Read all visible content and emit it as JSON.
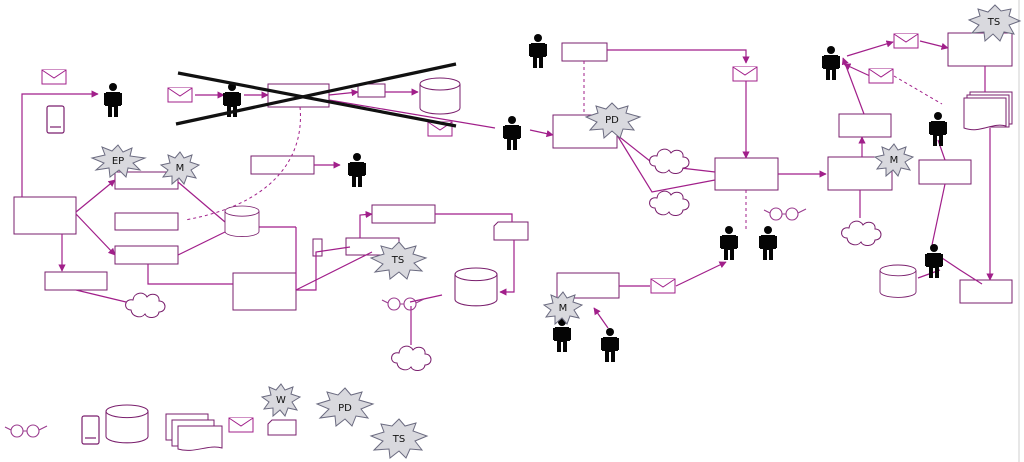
{
  "diagram": {
    "type": "value-stream-map",
    "labels": {
      "ep": "EP",
      "m": "M",
      "ts": "TS",
      "pd": "PD",
      "w": "W"
    },
    "colors": {
      "connector": "#a11f8a",
      "box_stroke": "#7a1f6d",
      "burst_fill": "#d9d9de",
      "person": "#050505"
    },
    "icons": [
      "person-icon",
      "envelope-icon",
      "phone-icon",
      "database-icon",
      "cloud-icon",
      "glasses-icon",
      "burst-icon",
      "document-stack-icon",
      "card-icon"
    ]
  }
}
